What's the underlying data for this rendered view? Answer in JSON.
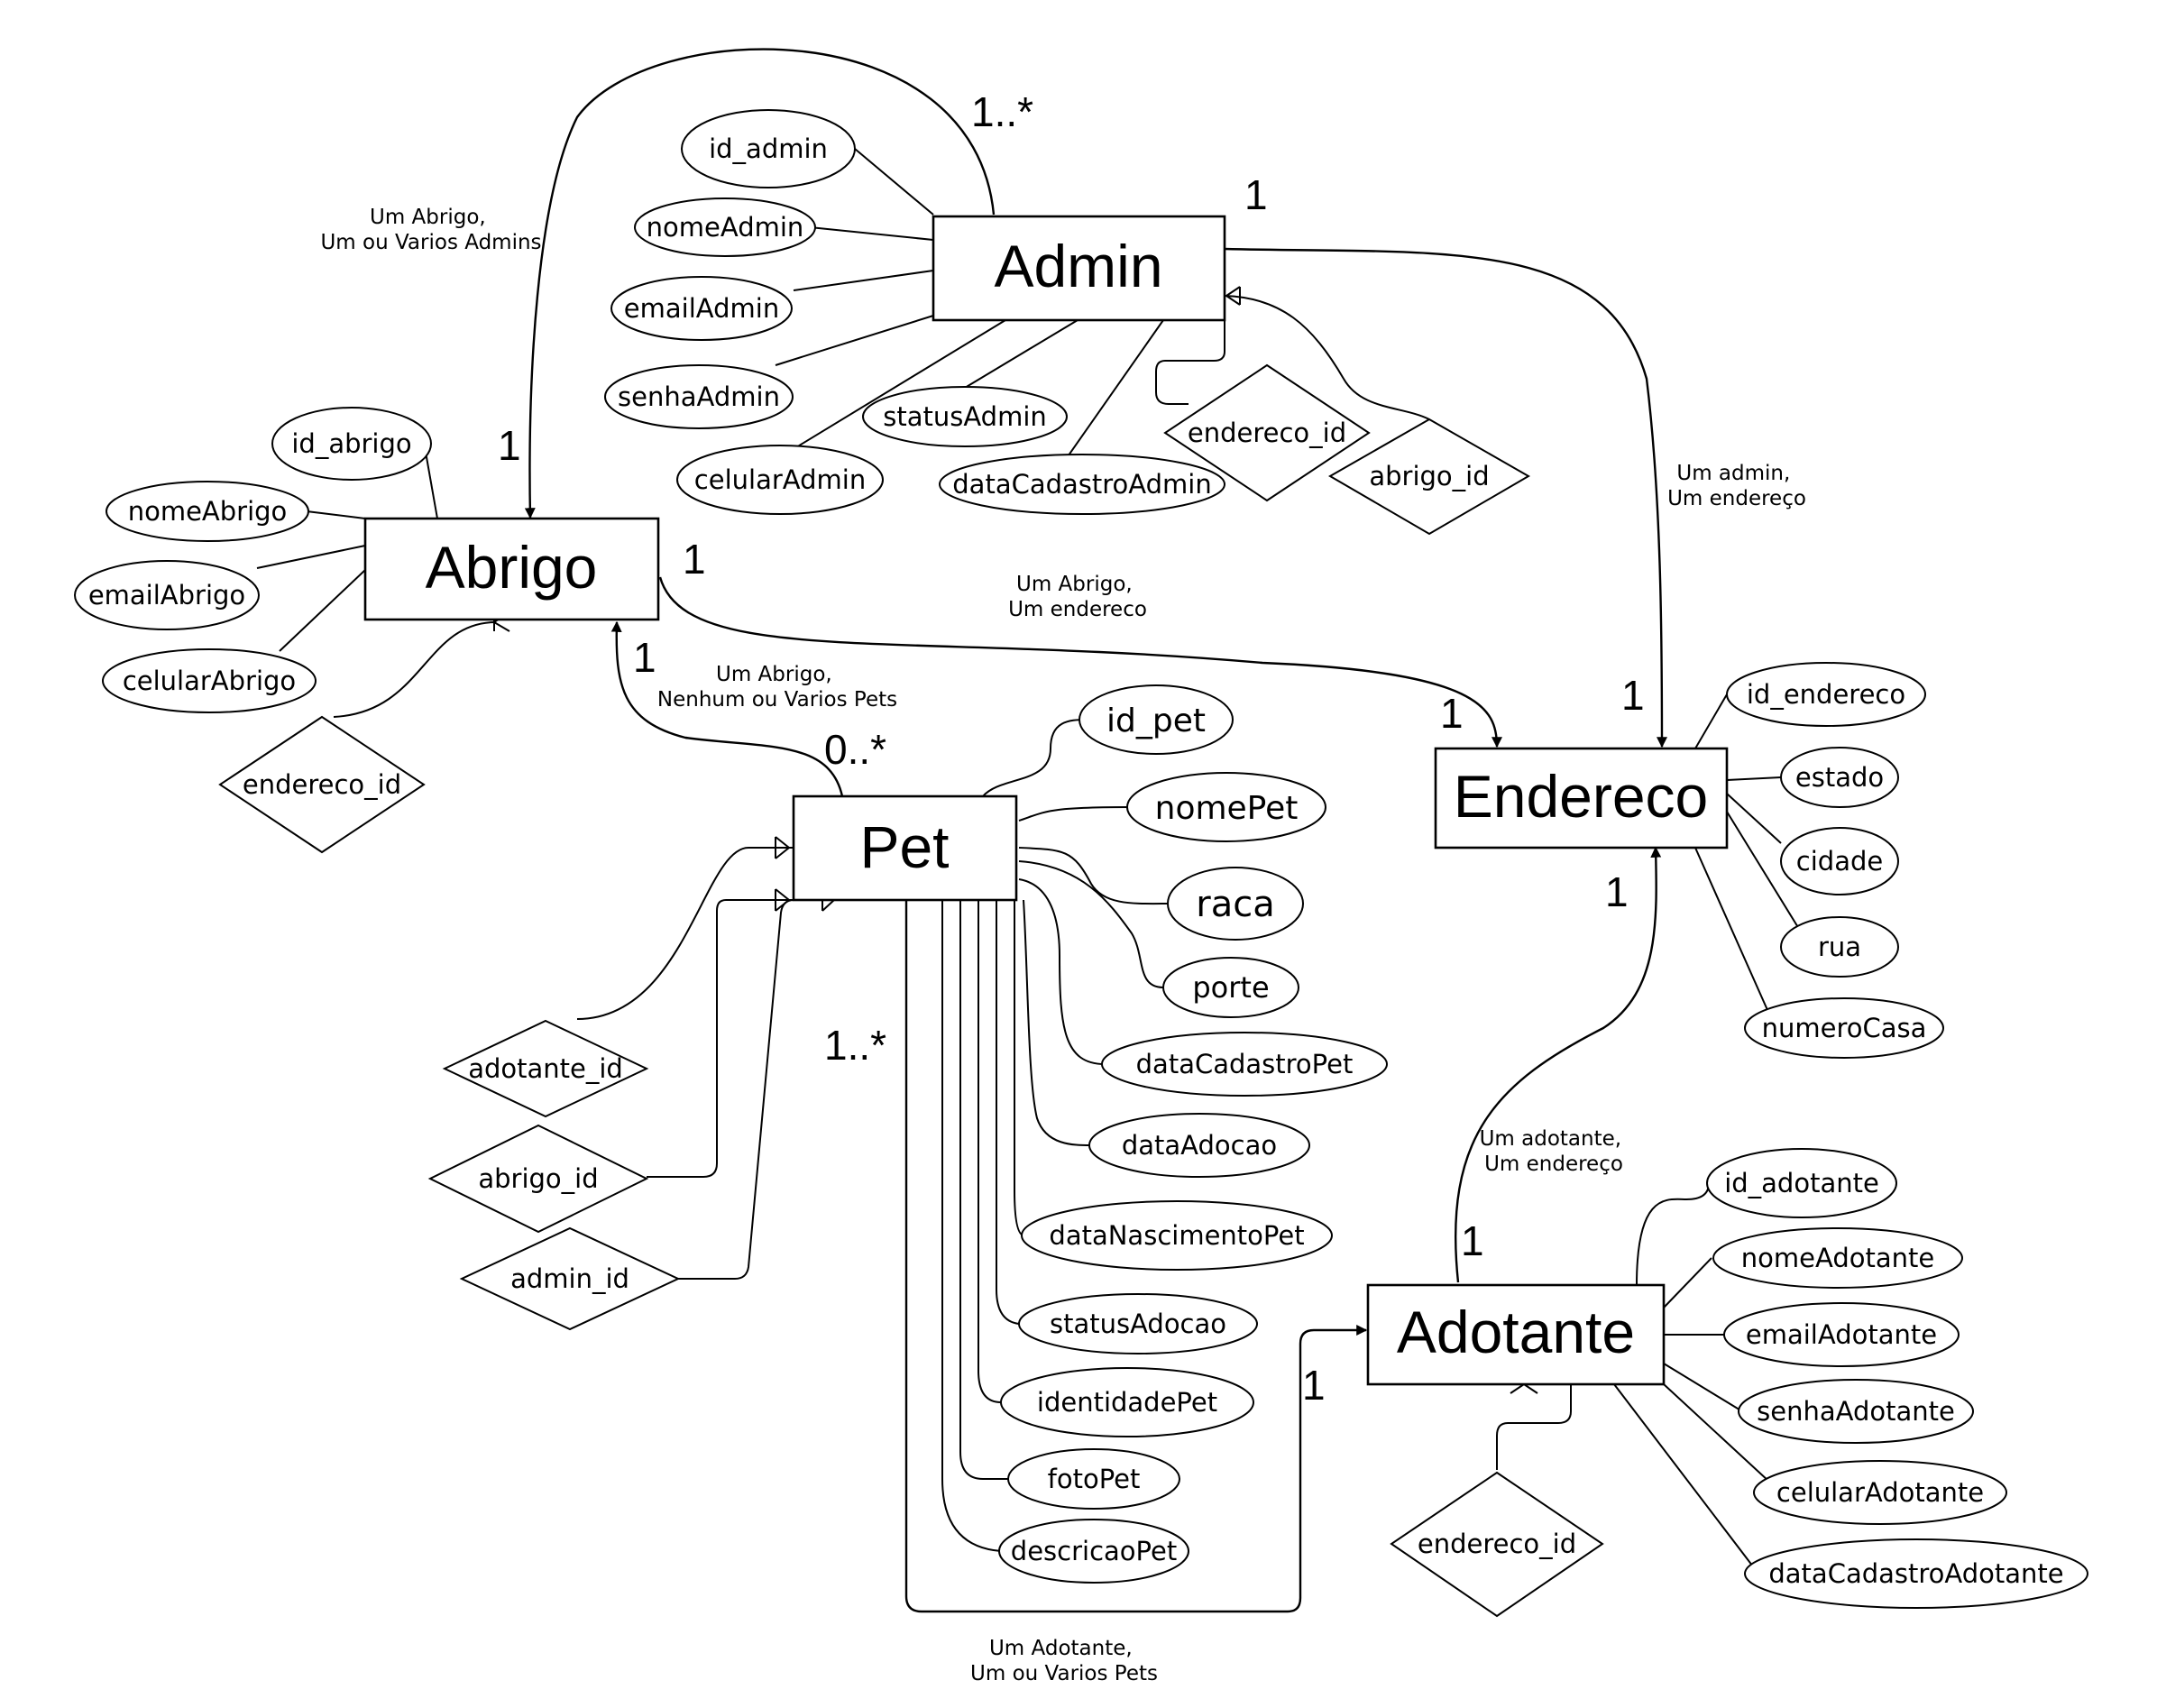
{
  "entities": {
    "admin": "Admin",
    "abrigo": "Abrigo",
    "endereco": "Endereco",
    "pet": "Pet",
    "adotante": "Adotante"
  },
  "attributes": {
    "admin": [
      "id_admin",
      "nomeAdmin",
      "emailAdmin",
      "senhaAdmin",
      "celularAdmin",
      "statusAdmin",
      "dataCadastroAdmin"
    ],
    "abrigo": [
      "id_abrigo",
      "nomeAbrigo",
      "emailAbrigo",
      "celularAbrigo"
    ],
    "endereco": [
      "id_endereco",
      "estado",
      "cidade",
      "rua",
      "numeroCasa"
    ],
    "pet": [
      "id_pet",
      "nomePet",
      "raca",
      "porte",
      "dataCadastroPet",
      "dataAdocao",
      "dataNascimentoPet",
      "statusAdocao",
      "identidadePet",
      "fotoPet",
      "descricaoPet"
    ],
    "adotante": [
      "id_adotante",
      "nomeAdotante",
      "emailAdotante",
      "senhaAdotante",
      "celularAdotante",
      "dataCadastroAdotante"
    ]
  },
  "foreign_keys": {
    "admin_endereco_id": "endereco_id",
    "admin_abrigo_id": "abrigo_id",
    "abrigo_endereco_id": "endereco_id",
    "pet_adotante_id": "adotante_id",
    "pet_abrigo_id": "abrigo_id",
    "pet_admin_id": "admin_id",
    "adotante_endereco_id": "endereco_id"
  },
  "cardinalities": {
    "admin_to_abrigo_admin_side": "1..*",
    "admin_to_abrigo_abrigo_side": "1",
    "admin_to_endereco_admin_side": "1",
    "admin_to_endereco_endereco_side": "1",
    "abrigo_to_endereco_abrigo_side": "1",
    "abrigo_to_endereco_endereco_side": "1",
    "abrigo_to_pet_abrigo_side": "1",
    "abrigo_to_pet_pet_side": "0..*",
    "pet_to_adotante_pet_side": "1..*",
    "pet_to_adotante_adotante_side": "1",
    "adotante_to_endereco_adotante_side": "1",
    "adotante_to_endereco_endereco_side": "1"
  },
  "relationship_notes": {
    "abrigo_admins": [
      "Um Abrigo,",
      "Um ou Varios Admins"
    ],
    "admin_endereco": [
      "Um admin,",
      "Um endereço"
    ],
    "abrigo_endereco": [
      "Um Abrigo,",
      "Um endereco"
    ],
    "abrigo_pets": [
      "Um Abrigo,",
      "Nenhum ou Varios Pets"
    ],
    "adotante_endereco": [
      "Um adotante,",
      "Um endereço"
    ],
    "adotante_pets": [
      "Um Adotante,",
      "Um ou Varios Pets"
    ]
  }
}
